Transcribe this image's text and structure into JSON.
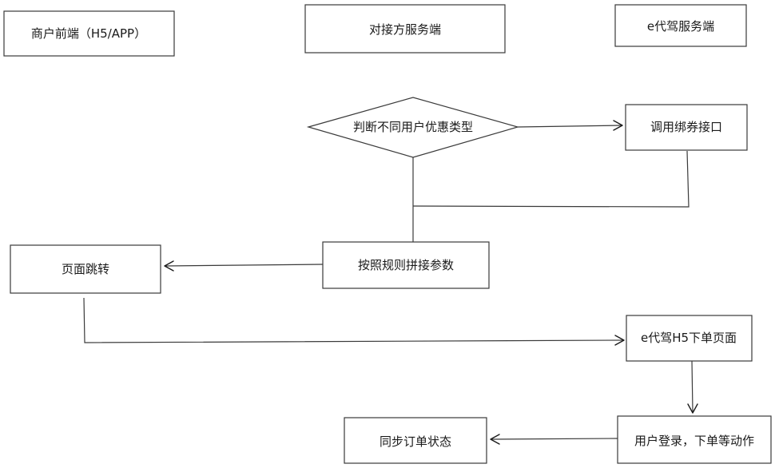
{
  "diagram": {
    "lanes": {
      "merchant_frontend": "商户前端（H5/APP）",
      "partner_server": "对接方服务端",
      "edaijia_server": "e代驾服务端"
    },
    "nodes": {
      "judge_coupon_type": "判断不同用户优惠类型",
      "call_bind_coupon_api": "调用绑券接口",
      "assemble_params": "按照规则拼接参数",
      "page_redirect": "页面跳转",
      "edaijia_h5_order_page": "e代驾H5下单页面",
      "user_login_order": "用户登录，下单等动作",
      "sync_order_status": "同步订单状态"
    }
  }
}
